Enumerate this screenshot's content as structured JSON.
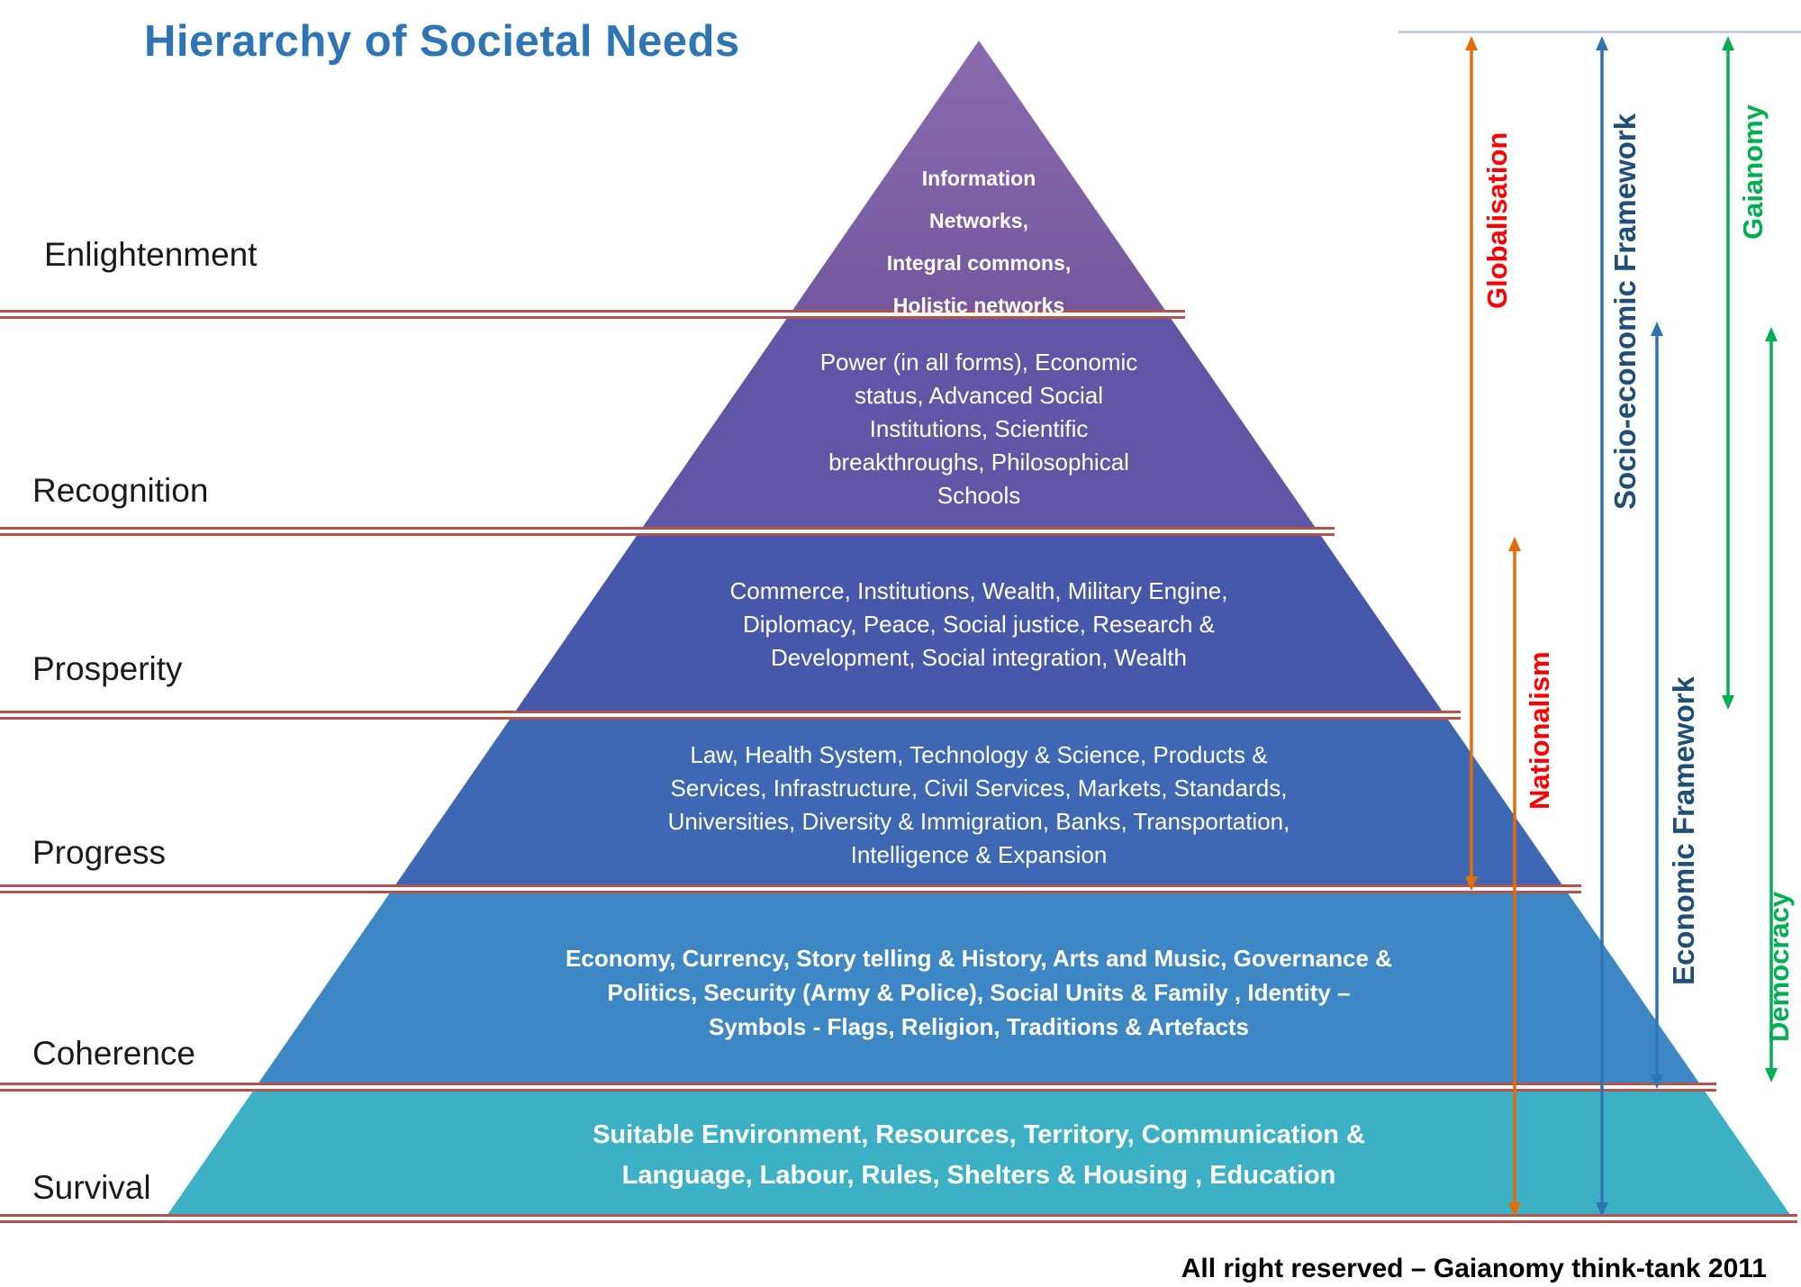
{
  "title": "Hierarchy of Societal Needs",
  "title_color": "#2e75b6",
  "divider_color": "#b5524b",
  "levels": [
    {
      "label": "Enlightenment",
      "content": "Information\nNetworks,\nIntegral commons,\nHolistic networks",
      "color": "#7c5ea7"
    },
    {
      "label": "Recognition",
      "content": "Power (in all forms), Economic\nstatus, Advanced Social\nInstitutions, Scientific\nbreakthroughs, Philosophical\nSchools",
      "color": "#5f57a6"
    },
    {
      "label": "Prosperity",
      "content": "Commerce, Institutions, Wealth, Military Engine,\nDiplomacy, Peace, Social justice, Research &\nDevelopment, Social integration, Wealth",
      "color": "#4758ab"
    },
    {
      "label": "Progress",
      "content": "Law, Health System, Technology & Science, Products &\nServices, Infrastructure, Civil Services, Markets, Standards,\nUniversities, Diversity & Immigration,  Banks, Transportation,\nIntelligence & Expansion",
      "color": "#3e68b3"
    },
    {
      "label": "Coherence",
      "content": "Economy, Currency, Story telling & History, Arts and Music, Governance &\nPolitics, Security (Army & Police), Social Units & Family , Identity –\nSymbols  - Flags, Religion, Traditions  & Artefacts",
      "color": "#3d87c5"
    },
    {
      "label": "Survival",
      "content": "Suitable Environment,  Resources,  Territory, Communication &\nLanguage,  Labour,  Rules, Shelters & Housing , Education",
      "color": "#3cb1c6"
    }
  ],
  "annotations": {
    "globalisation": {
      "label": "Globalisation",
      "arrow_color": "#e36c0a",
      "label_color": "#ff0000"
    },
    "nationalism": {
      "label": "Nationalism",
      "arrow_color": "#e36c0a",
      "label_color": "#ff0000"
    },
    "socio_economic": {
      "label": "Socio-economic  Framework",
      "arrow_color": "#2e74b5",
      "label_color": "#1f4e79"
    },
    "economic": {
      "label": "Economic Framework",
      "arrow_color": "#2e74b5",
      "label_color": "#1f4e79"
    },
    "gaianomy": {
      "label": "Gaianomy",
      "arrow_color": "#00b050",
      "label_color": "#00b050"
    },
    "democracy": {
      "label": "Democracy",
      "arrow_color": "#00b050",
      "label_color": "#00b050"
    }
  },
  "footer": "All right reserved – Gaianomy think-tank 2011"
}
